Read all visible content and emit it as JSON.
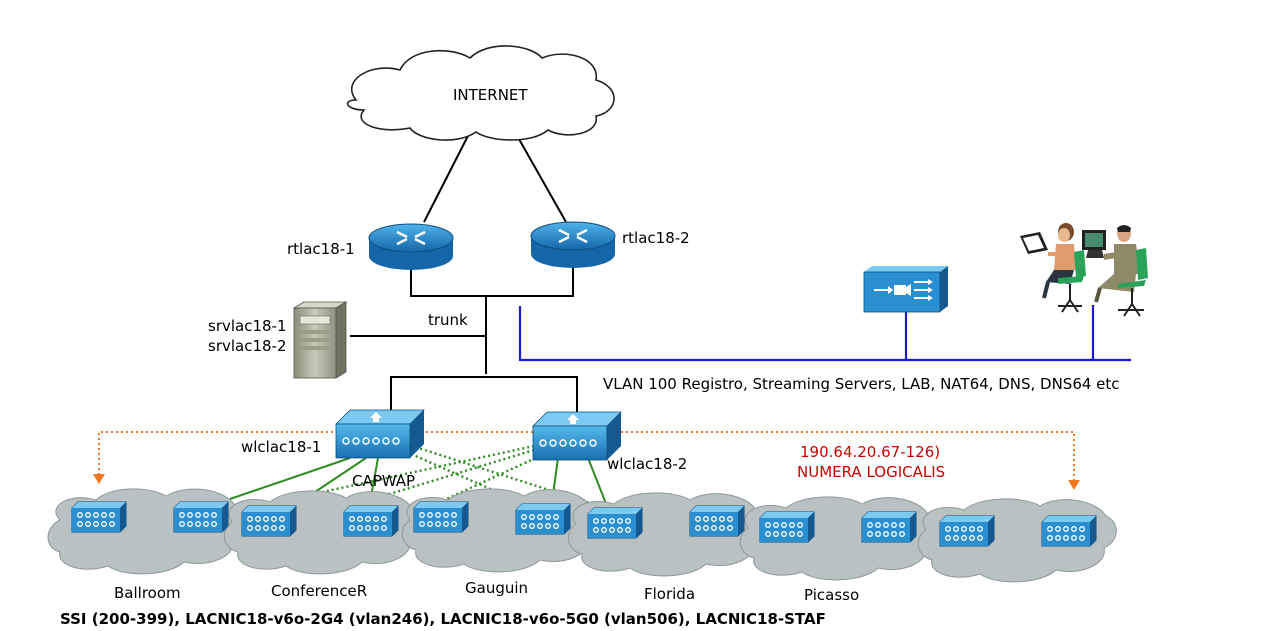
{
  "internet": {
    "label": "INTERNET"
  },
  "routers": [
    {
      "label": "rtlac18-1"
    },
    {
      "label": "rtlac18-2"
    }
  ],
  "trunk_label": "trunk",
  "server": {
    "label_1": "srvlac18-1",
    "label_2": "srvlac18-2"
  },
  "vlan100_label": "VLAN 100 Registro, Streaming Servers, LAB, NAT64, DNS, DNS64 etc",
  "controllers": [
    {
      "label": "wlclac18-1"
    },
    {
      "label": "wlclac18-2"
    }
  ],
  "capwap_label": "CAPWAP",
  "address_label_1": "190.64.20.67-126)",
  "address_label_2": "NUMERA LOGICALIS",
  "rooms": [
    {
      "label": "Ballroom"
    },
    {
      "label": "ConferenceR"
    },
    {
      "label": "Gauguin"
    },
    {
      "label": "Florida"
    },
    {
      "label": "Picasso"
    }
  ],
  "bottom_caption": "SSI (200-399), LACNIC18-v6o-2G4 (vlan246), LACNIC18-v6o-5G0 (vlan506), LACNIC18-STAF",
  "colors": {
    "router_blue": "#1f82c8",
    "vlan_line": "#1a1acc",
    "capwap_green": "#2e8b22",
    "dotted_orange": "#f07820",
    "address_red": "#cc0000",
    "cloud_gray": "#b9c1c3"
  }
}
